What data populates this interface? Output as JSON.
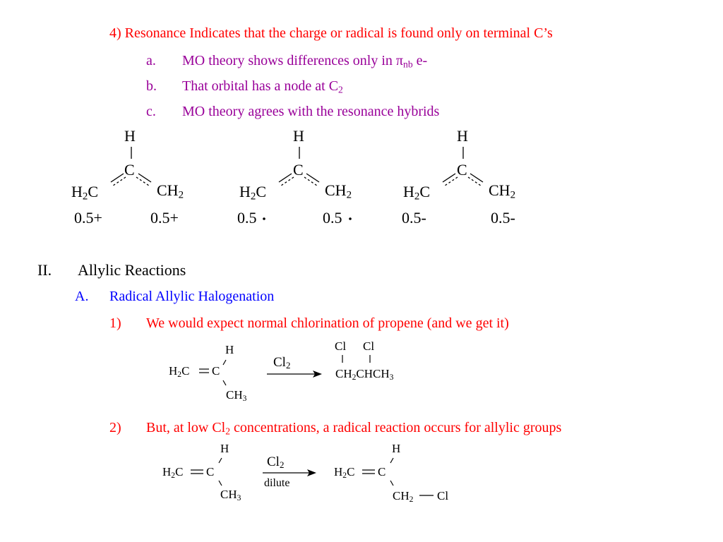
{
  "slide": {
    "point4": "4) Resonance Indicates that the charge or radical is found only on terminal C’s",
    "sub_a": {
      "marker": "a.",
      "text_pre": "MO theory shows differences only in ",
      "pi": "π",
      "pi_sub": "nb",
      "text_post": " e-"
    },
    "sub_b": {
      "marker": "b.",
      "text_pre": "That orbital has a node at C",
      "sub": "2"
    },
    "sub_c": {
      "marker": "c.",
      "text": "MO theory agrees with the resonance hybrids"
    },
    "structures": [
      {
        "top": "H",
        "center": "C",
        "left": "H",
        "left_sub": "2",
        "left_tail": "C",
        "right": "CH",
        "right_sub": "2",
        "left_charge": "0.5+",
        "right_charge": "0.5+"
      },
      {
        "top": "H",
        "center": "C",
        "left": "H",
        "left_sub": "2",
        "left_tail": "C",
        "right": "CH",
        "right_sub": "2",
        "left_charge": "0.5",
        "right_charge": "0.5"
      },
      {
        "top": "H",
        "center": "C",
        "left": "H",
        "left_sub": "2",
        "left_tail": "C",
        "right": "CH",
        "right_sub": "2",
        "left_charge": "0.5-",
        "right_charge": "0.5-"
      }
    ],
    "section_ii": {
      "marker": "II.",
      "title": "Allylic Reactions"
    },
    "section_a": {
      "marker": "A.",
      "title": "Radical Allylic Halogenation"
    },
    "item1": {
      "marker": "1)",
      "text": "We would expect normal chlorination of propene (and we get it)"
    },
    "item2": {
      "marker": "2)",
      "text_pre": "But, at low Cl",
      "sub": "2",
      "text_post": " concentrations, a radical reaction occurs for allylic groups"
    },
    "rxn1": {
      "reactant": {
        "h": "H",
        "left": "H",
        "left_sub": "2",
        "left_tail": "C",
        "c": "C",
        "ch3": "CH",
        "ch3_sub": "3"
      },
      "reagent": "Cl",
      "reagent_sub": "2",
      "product": {
        "cl1": "Cl",
        "cl2": "Cl",
        "p1": "CH",
        "p1_sub": "2",
        "p2": "CHCH",
        "p2_sub": "3"
      }
    },
    "rxn2": {
      "reactant": {
        "h": "H",
        "left": "H",
        "left_sub": "2",
        "left_tail": "C",
        "c": "C",
        "ch3": "CH",
        "ch3_sub": "3"
      },
      "reagent": "Cl",
      "reagent_sub": "2",
      "condition": "dilute",
      "product": {
        "h": "H",
        "left": "H",
        "left_sub": "2",
        "left_tail": "C",
        "c": "C",
        "ch2": "CH",
        "ch2_sub": "2",
        "cl": "Cl"
      }
    }
  }
}
